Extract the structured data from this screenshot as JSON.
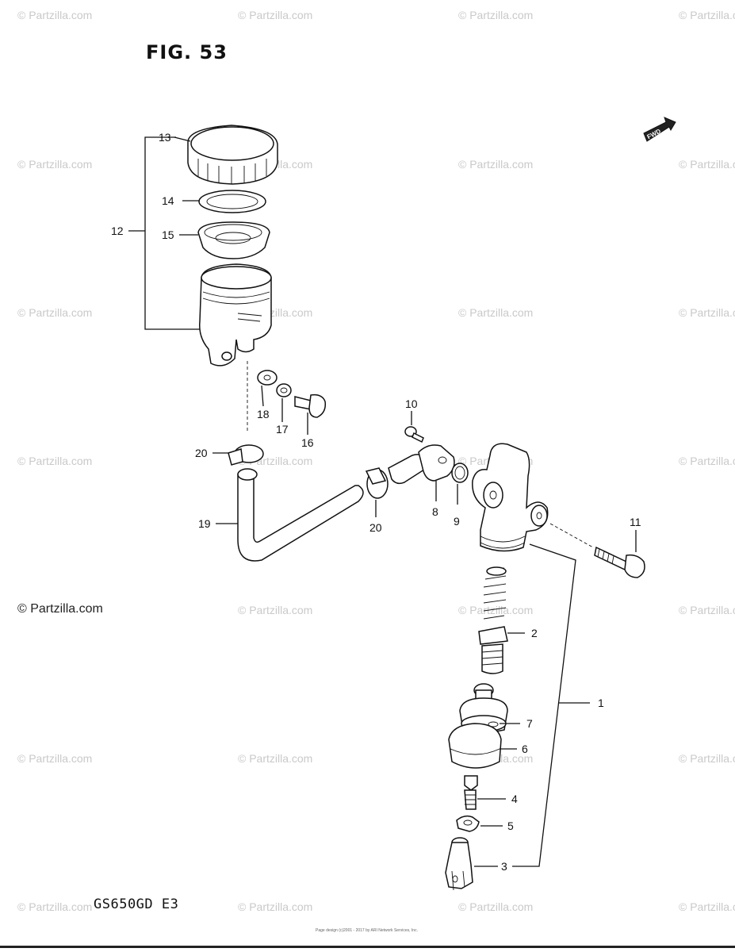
{
  "figure": {
    "title": "FIG. 53",
    "model_code": "GS650GD  E3"
  },
  "watermark": {
    "text": "© Partzilla.com",
    "prominent_text": "© Partzilla.com"
  },
  "footer": {
    "line1": "Page design (c)2001 - 2017 by ARI Network Services, Inc.",
    "line2": ""
  },
  "callouts": [
    {
      "id": "1",
      "label": "1"
    },
    {
      "id": "2",
      "label": "2"
    },
    {
      "id": "3",
      "label": "3"
    },
    {
      "id": "4",
      "label": "4"
    },
    {
      "id": "5",
      "label": "5"
    },
    {
      "id": "6",
      "label": "6"
    },
    {
      "id": "7",
      "label": "7"
    },
    {
      "id": "8",
      "label": "8"
    },
    {
      "id": "9",
      "label": "9"
    },
    {
      "id": "10",
      "label": "10"
    },
    {
      "id": "11",
      "label": "11"
    },
    {
      "id": "12",
      "label": "12"
    },
    {
      "id": "13",
      "label": "13"
    },
    {
      "id": "14",
      "label": "14"
    },
    {
      "id": "15",
      "label": "15"
    },
    {
      "id": "16",
      "label": "16"
    },
    {
      "id": "17",
      "label": "17"
    },
    {
      "id": "18",
      "label": "18"
    },
    {
      "id": "19",
      "label": "19"
    },
    {
      "id": "20a",
      "label": "20"
    },
    {
      "id": "20b",
      "label": "20"
    }
  ],
  "direction_marker": {
    "label": "FWD",
    "icon": "forward-arrow-icon"
  }
}
